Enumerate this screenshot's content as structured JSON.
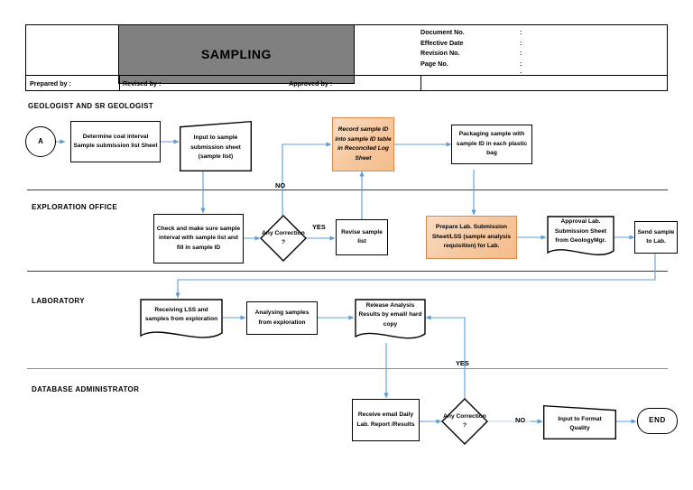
{
  "header": {
    "title": "SAMPLING",
    "meta": [
      {
        "label": "Document No.",
        "colon": ":"
      },
      {
        "label": "Effective Date",
        "colon": ":"
      },
      {
        "label": "Revision No.",
        "colon": ":"
      },
      {
        "label": "Page No.",
        "colon": ":"
      }
    ],
    "signoff": [
      {
        "label": "Prepared by :"
      },
      {
        "label": "Revised by :"
      },
      {
        "label": "Approved by :"
      }
    ]
  },
  "lanes": [
    {
      "id": "geologist",
      "label": "GEOLOGIST AND  SR  GEOLOGIST"
    },
    {
      "id": "exploration",
      "label": "EXPLORATION OFFICE"
    },
    {
      "id": "laboratory",
      "label": "LABORATORY"
    },
    {
      "id": "dba",
      "label": "DATABASE ADMINISTRATOR"
    }
  ],
  "nodes": {
    "start_a": "A",
    "determine_interval": "Determine coal interval Sample submission list Sheet",
    "input_sample_sheet": "Input to sample submission sheet (sample list)",
    "record_sample_id": "Record sample ID into sample ID table in Reconciled Log Sheet",
    "packaging_sample": "Packaging sample with sample ID in each plastic bag",
    "check_make_sure": "Check and make sure sample interval with sample list and fill in sample ID",
    "check_make_sure_italic": "sample ID",
    "decision_correction_1": "Any Correction ?",
    "revise_sample_list": "Revise sample list",
    "prepare_lss": "Prepare Lab. Submission Sheet/LSS (sample analysis requisition) for Lab.",
    "approval_lss": "Approval Lab. Submission Sheet from GeologyMgr.",
    "send_sample_lab": "Send sample to Lab.",
    "receiving_lss": "Receiving LSS and samples from exploration",
    "analysing_samples": "Analysing samples from exploration",
    "release_results": "Release Analysis Results by email/ hard copy",
    "receive_email": "Receive email Daily Lab. Report /Results",
    "decision_correction_2": "Any Correction ?",
    "input_format_quality": "Input to Format Quality",
    "end": "END"
  },
  "edge_labels": {
    "no_upper": "NO",
    "yes_upper": "YES",
    "yes_lower": "YES",
    "no_lower": "NO"
  },
  "colors": {
    "accent_orange": "#f4bd8c",
    "orange_border": "#e0884b",
    "connector_blue": "#5b9bd5",
    "title_fill": "#808080",
    "lane_rule": "#3f3f3f"
  }
}
